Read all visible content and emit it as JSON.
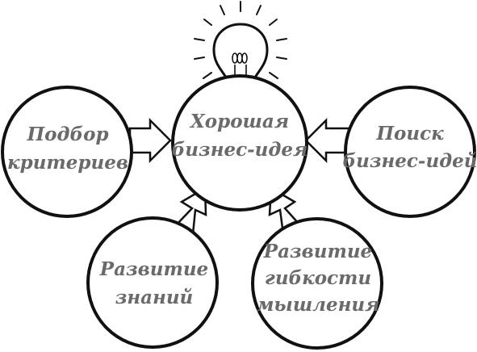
{
  "diagram": {
    "center": {
      "lines": [
        "Хорошая",
        "бизнес-идея"
      ]
    },
    "left": {
      "lines": [
        "Подбор",
        "критериев"
      ]
    },
    "right": {
      "lines": [
        "Поиск",
        "бизнес-идей"
      ]
    },
    "bottom_left": {
      "lines": [
        "Развитие",
        "знаний"
      ]
    },
    "bottom_right": {
      "lines": [
        "Развитие",
        "гибкости",
        "мышления"
      ]
    },
    "icon": "light-bulb-icon",
    "colors": {
      "outline": "#111111",
      "label": "#6a6a6a",
      "fill": "#ffffff"
    }
  }
}
